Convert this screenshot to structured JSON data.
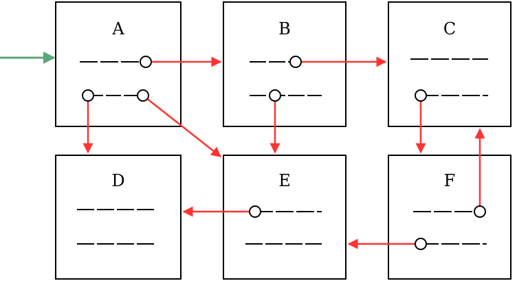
{
  "colors": {
    "pointer": "#ff3333",
    "entry": "#5aa77a",
    "box_stroke": "#000000",
    "background": "#ffffff"
  },
  "boxes": [
    {
      "id": "A",
      "label": "A"
    },
    {
      "id": "B",
      "label": "B"
    },
    {
      "id": "C",
      "label": "C"
    },
    {
      "id": "D",
      "label": "D"
    },
    {
      "id": "E",
      "label": "E"
    },
    {
      "id": "F",
      "label": "F"
    }
  ],
  "edges": [
    {
      "from": "A",
      "to": "B"
    },
    {
      "from": "A",
      "to": "D"
    },
    {
      "from": "A",
      "to": "E"
    },
    {
      "from": "B",
      "to": "C"
    },
    {
      "from": "B",
      "to": "E"
    },
    {
      "from": "C",
      "to": "F"
    },
    {
      "from": "F",
      "to": "C"
    },
    {
      "from": "F",
      "to": "E"
    },
    {
      "from": "E",
      "to": "D"
    }
  ],
  "entry_target": "A"
}
